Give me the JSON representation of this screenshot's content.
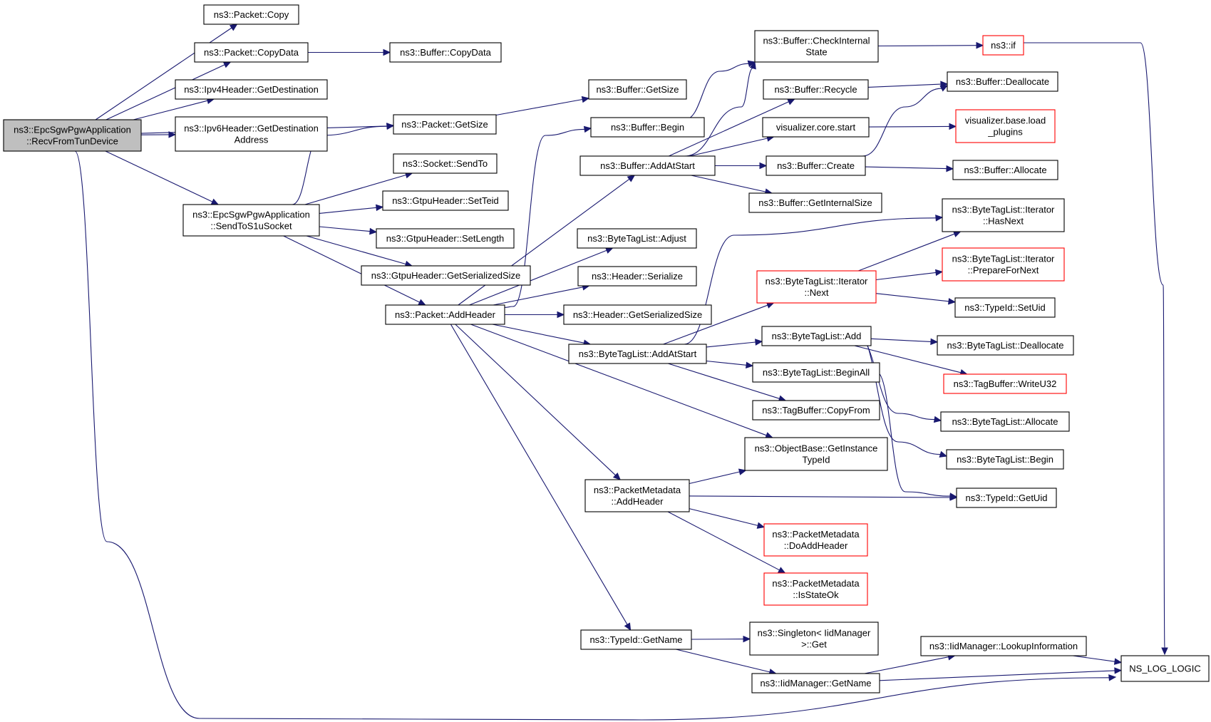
{
  "diagram": {
    "edge_color": "#191970",
    "root_fill": "#bfbfbf",
    "red_border": "#ff0000",
    "nodes": [
      {
        "id": "root",
        "lines": [
          "ns3::EpcSgwPgwApplication",
          "::RecvFromTunDevice"
        ],
        "style": "root"
      },
      {
        "id": "pkt_copy",
        "lines": [
          "ns3::Packet::Copy"
        ],
        "style": "normal"
      },
      {
        "id": "pkt_copydata",
        "lines": [
          "ns3::Packet::CopyData"
        ],
        "style": "normal"
      },
      {
        "id": "buf_copydata",
        "lines": [
          "ns3::Buffer::CopyData"
        ],
        "style": "normal"
      },
      {
        "id": "ipv4_getdest",
        "lines": [
          "ns3::Ipv4Header::GetDestination"
        ],
        "style": "normal"
      },
      {
        "id": "ipv6_getdest",
        "lines": [
          "ns3::Ipv6Header::GetDestination",
          "Address"
        ],
        "style": "normal"
      },
      {
        "id": "pkt_getsize",
        "lines": [
          "ns3::Packet::GetSize"
        ],
        "style": "normal"
      },
      {
        "id": "buf_getsize",
        "lines": [
          "ns3::Buffer::GetSize"
        ],
        "style": "normal"
      },
      {
        "id": "sendtos1u",
        "lines": [
          "ns3::EpcSgwPgwApplication",
          "::SendToS1uSocket"
        ],
        "style": "normal"
      },
      {
        "id": "sock_sendto",
        "lines": [
          "ns3::Socket::SendTo"
        ],
        "style": "normal"
      },
      {
        "id": "gtpu_setteid",
        "lines": [
          "ns3::GtpuHeader::SetTeid"
        ],
        "style": "normal"
      },
      {
        "id": "gtpu_setlength",
        "lines": [
          "ns3::GtpuHeader::SetLength"
        ],
        "style": "normal"
      },
      {
        "id": "gtpu_getser",
        "lines": [
          "ns3::GtpuHeader::GetSerializedSize"
        ],
        "style": "normal"
      },
      {
        "id": "pkt_addheader",
        "lines": [
          "ns3::Packet::AddHeader"
        ],
        "style": "normal"
      },
      {
        "id": "buf_checkinternal",
        "lines": [
          "ns3::Buffer::CheckInternal",
          "State"
        ],
        "style": "normal"
      },
      {
        "id": "ns3_if",
        "lines": [
          "ns3::if"
        ],
        "style": "red"
      },
      {
        "id": "buf_recycle",
        "lines": [
          "ns3::Buffer::Recycle"
        ],
        "style": "normal"
      },
      {
        "id": "buf_deallocate",
        "lines": [
          "ns3::Buffer::Deallocate"
        ],
        "style": "normal"
      },
      {
        "id": "buf_begin",
        "lines": [
          "ns3::Buffer::Begin"
        ],
        "style": "normal"
      },
      {
        "id": "viz_core_start",
        "lines": [
          "visualizer.core.start"
        ],
        "style": "normal"
      },
      {
        "id": "viz_base_load",
        "lines": [
          "visualizer.base.load",
          "_plugins"
        ],
        "style": "red"
      },
      {
        "id": "buf_addatstart",
        "lines": [
          "ns3::Buffer::AddAtStart"
        ],
        "style": "normal"
      },
      {
        "id": "buf_create",
        "lines": [
          "ns3::Buffer::Create"
        ],
        "style": "normal"
      },
      {
        "id": "buf_allocate",
        "lines": [
          "ns3::Buffer::Allocate"
        ],
        "style": "normal"
      },
      {
        "id": "buf_getinternalsize",
        "lines": [
          "ns3::Buffer::GetInternalSize"
        ],
        "style": "normal"
      },
      {
        "id": "btl_iter_hasnext",
        "lines": [
          "ns3::ByteTagList::Iterator",
          "::HasNext"
        ],
        "style": "normal"
      },
      {
        "id": "btl_adjust",
        "lines": [
          "ns3::ByteTagList::Adjust"
        ],
        "style": "normal"
      },
      {
        "id": "btl_iter_prep",
        "lines": [
          "ns3::ByteTagList::Iterator",
          "::PrepareForNext"
        ],
        "style": "red"
      },
      {
        "id": "hdr_serialize",
        "lines": [
          "ns3::Header::Serialize"
        ],
        "style": "normal"
      },
      {
        "id": "btl_iter_next",
        "lines": [
          "ns3::ByteTagList::Iterator",
          "::Next"
        ],
        "style": "red"
      },
      {
        "id": "typeid_setuid",
        "lines": [
          "ns3::TypeId::SetUid"
        ],
        "style": "normal"
      },
      {
        "id": "hdr_getser",
        "lines": [
          "ns3::Header::GetSerializedSize"
        ],
        "style": "normal"
      },
      {
        "id": "btl_add",
        "lines": [
          "ns3::ByteTagList::Add"
        ],
        "style": "normal"
      },
      {
        "id": "btl_dealloc",
        "lines": [
          "ns3::ByteTagList::Deallocate"
        ],
        "style": "normal"
      },
      {
        "id": "btl_addatstart",
        "lines": [
          "ns3::ByteTagList::AddAtStart"
        ],
        "style": "normal"
      },
      {
        "id": "btl_beginall",
        "lines": [
          "ns3::ByteTagList::BeginAll"
        ],
        "style": "normal"
      },
      {
        "id": "tagbuf_write",
        "lines": [
          "ns3::TagBuffer::WriteU32"
        ],
        "style": "red"
      },
      {
        "id": "tagbuf_copyfrom",
        "lines": [
          "ns3::TagBuffer::CopyFrom"
        ],
        "style": "normal"
      },
      {
        "id": "btl_allocate",
        "lines": [
          "ns3::ByteTagList::Allocate"
        ],
        "style": "normal"
      },
      {
        "id": "objbase_getinst",
        "lines": [
          "ns3::ObjectBase::GetInstance",
          "TypeId"
        ],
        "style": "normal"
      },
      {
        "id": "btl_begin",
        "lines": [
          "ns3::ByteTagList::Begin"
        ],
        "style": "normal"
      },
      {
        "id": "pmeta_addheader",
        "lines": [
          "ns3::PacketMetadata",
          "::AddHeader"
        ],
        "style": "normal"
      },
      {
        "id": "typeid_getuid",
        "lines": [
          "ns3::TypeId::GetUid"
        ],
        "style": "normal"
      },
      {
        "id": "pmeta_doadd",
        "lines": [
          "ns3::PacketMetadata",
          "::DoAddHeader"
        ],
        "style": "red"
      },
      {
        "id": "pmeta_isok",
        "lines": [
          "ns3::PacketMetadata",
          "::IsStateOk"
        ],
        "style": "red"
      },
      {
        "id": "typeid_getname",
        "lines": [
          "ns3::TypeId::GetName"
        ],
        "style": "normal"
      },
      {
        "id": "singleton_get",
        "lines": [
          "ns3::Singleton< IidManager",
          ">::Get"
        ],
        "style": "normal"
      },
      {
        "id": "iid_lookup",
        "lines": [
          "ns3::IidManager::LookupInformation"
        ],
        "style": "normal"
      },
      {
        "id": "ns_log_logic",
        "lines": [
          "NS_LOG_LOGIC"
        ],
        "style": "normal"
      },
      {
        "id": "iid_getname",
        "lines": [
          "ns3::IidManager::GetName"
        ],
        "style": "normal"
      }
    ],
    "edges": [
      [
        "root",
        "pkt_copy"
      ],
      [
        "root",
        "pkt_copydata"
      ],
      [
        "root",
        "ipv4_getdest"
      ],
      [
        "root",
        "ipv6_getdest"
      ],
      [
        "root",
        "pkt_getsize"
      ],
      [
        "root",
        "sendtos1u"
      ],
      [
        "root",
        "ns_log_logic"
      ],
      [
        "pkt_copydata",
        "buf_copydata"
      ],
      [
        "pkt_getsize",
        "buf_getsize"
      ],
      [
        "sendtos1u",
        "pkt_getsize"
      ],
      [
        "sendtos1u",
        "sock_sendto"
      ],
      [
        "sendtos1u",
        "gtpu_setteid"
      ],
      [
        "sendtos1u",
        "gtpu_setlength"
      ],
      [
        "sendtos1u",
        "gtpu_getser"
      ],
      [
        "sendtos1u",
        "pkt_addheader"
      ],
      [
        "pkt_addheader",
        "buf_begin"
      ],
      [
        "pkt_addheader",
        "buf_addatstart"
      ],
      [
        "pkt_addheader",
        "btl_adjust"
      ],
      [
        "pkt_addheader",
        "hdr_serialize"
      ],
      [
        "pkt_addheader",
        "hdr_getser"
      ],
      [
        "pkt_addheader",
        "btl_addatstart"
      ],
      [
        "pkt_addheader",
        "objbase_getinst"
      ],
      [
        "pkt_addheader",
        "pmeta_addheader"
      ],
      [
        "pkt_addheader",
        "typeid_getname"
      ],
      [
        "buf_begin",
        "buf_checkinternal"
      ],
      [
        "buf_addatstart",
        "buf_checkinternal"
      ],
      [
        "buf_addatstart",
        "buf_recycle"
      ],
      [
        "buf_addatstart",
        "viz_core_start"
      ],
      [
        "buf_addatstart",
        "buf_create"
      ],
      [
        "buf_addatstart",
        "buf_getinternalsize"
      ],
      [
        "buf_checkinternal",
        "ns3_if"
      ],
      [
        "ns3_if",
        "ns_log_logic"
      ],
      [
        "buf_recycle",
        "buf_deallocate"
      ],
      [
        "buf_create",
        "buf_deallocate"
      ],
      [
        "buf_create",
        "buf_allocate"
      ],
      [
        "viz_core_start",
        "viz_base_load"
      ],
      [
        "btl_addatstart",
        "btl_iter_hasnext"
      ],
      [
        "btl_addatstart",
        "btl_iter_next"
      ],
      [
        "btl_addatstart",
        "btl_add"
      ],
      [
        "btl_addatstart",
        "btl_beginall"
      ],
      [
        "btl_addatstart",
        "tagbuf_copyfrom"
      ],
      [
        "btl_iter_next",
        "btl_iter_hasnext"
      ],
      [
        "btl_iter_next",
        "btl_iter_prep"
      ],
      [
        "btl_iter_next",
        "typeid_setuid"
      ],
      [
        "btl_add",
        "btl_dealloc"
      ],
      [
        "btl_add",
        "tagbuf_write"
      ],
      [
        "btl_add",
        "btl_allocate"
      ],
      [
        "btl_add",
        "btl_begin"
      ],
      [
        "btl_beginall",
        "typeid_getuid"
      ],
      [
        "pmeta_addheader",
        "objbase_getinst"
      ],
      [
        "pmeta_addheader",
        "typeid_getuid"
      ],
      [
        "pmeta_addheader",
        "pmeta_doadd"
      ],
      [
        "pmeta_addheader",
        "pmeta_isok"
      ],
      [
        "typeid_getname",
        "singleton_get"
      ],
      [
        "typeid_getname",
        "iid_getname"
      ],
      [
        "iid_getname",
        "iid_lookup"
      ],
      [
        "iid_getname",
        "ns_log_logic"
      ],
      [
        "iid_lookup",
        "ns_log_logic"
      ]
    ]
  }
}
